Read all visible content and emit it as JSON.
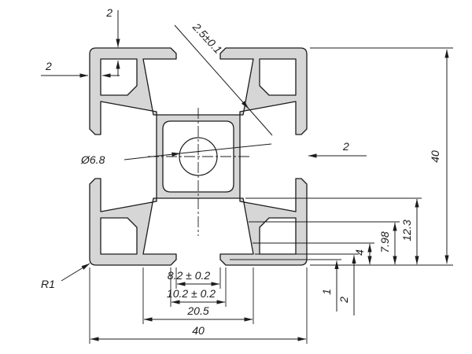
{
  "drawing": {
    "type": "technical-cross-section",
    "subject": "40x40 aluminium extrusion T-slot profile",
    "colors": {
      "background": "#ffffff",
      "material": "#d6d6d6",
      "line": "#1c1c1c"
    },
    "dims": {
      "wall_top": "2",
      "wall_left": "2",
      "lip_diagonal": "2.5±0.1",
      "center_hole_dia": "Ø6.8",
      "wall_right": "2",
      "height_total": "40",
      "width_total": "40",
      "slot_depth": "12.3",
      "slot_pocket": "7.98",
      "slot_throat": "4",
      "lip_chamfer": "1",
      "lip_thickness": "2",
      "slot_opening": "8.2 ± 0.2",
      "slot_opening_outer": "10.2 ± 0.2",
      "slot_cavity_width": "20.5",
      "corner_radius": "R1"
    }
  }
}
